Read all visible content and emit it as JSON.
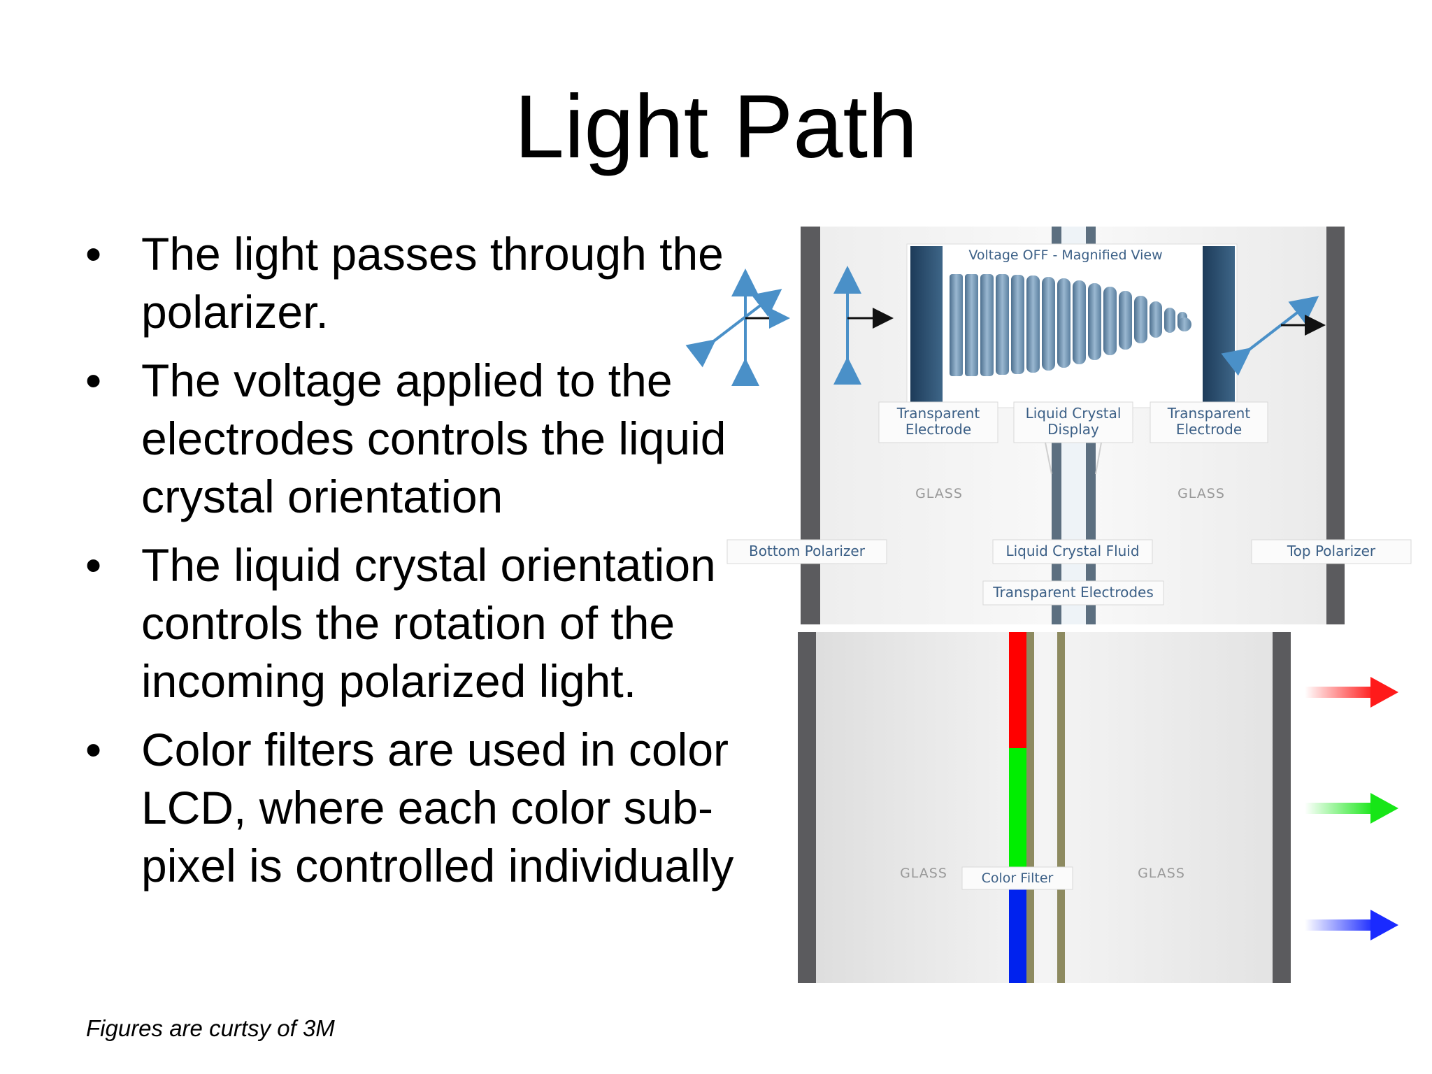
{
  "title": "Light Path",
  "bullets": [
    "The light passes through the polarizer.",
    "The voltage applied to the electrodes controls the liquid crystal orientation",
    "The liquid crystal orientation controls the rotation of the incoming polarized light.",
    "Color filters are used in color LCD, where each color sub-pixel is controlled individually"
  ],
  "bullet_char": "•",
  "credit": "Figures are curtsy of 3M",
  "diagram_top": {
    "magnified_title": "Voltage OFF - Magnified View",
    "labels": {
      "transparent_electrode_left": [
        "Transparent",
        "Electrode"
      ],
      "liquid_crystal_display": [
        "Liquid Crystal",
        "Display"
      ],
      "transparent_electrode_right": [
        "Transparent",
        "Electrode"
      ],
      "glass_left": "GLASS",
      "glass_right": "GLASS",
      "bottom_polarizer": "Bottom Polarizer",
      "liquid_crystal_fluid": "Liquid Crystal Fluid",
      "top_polarizer": "Top Polarizer",
      "transparent_electrodes": "Transparent Electrodes"
    }
  },
  "diagram_bottom": {
    "labels": {
      "glass_left": "GLASS",
      "glass_right": "GLASS",
      "color_filter": "Color Filter"
    },
    "filter_colors": [
      "#ff0000",
      "#00ee00",
      "#0022ee"
    ],
    "arrow_colors": [
      "#ff1a1a",
      "#17e617",
      "#1a2aff"
    ]
  }
}
